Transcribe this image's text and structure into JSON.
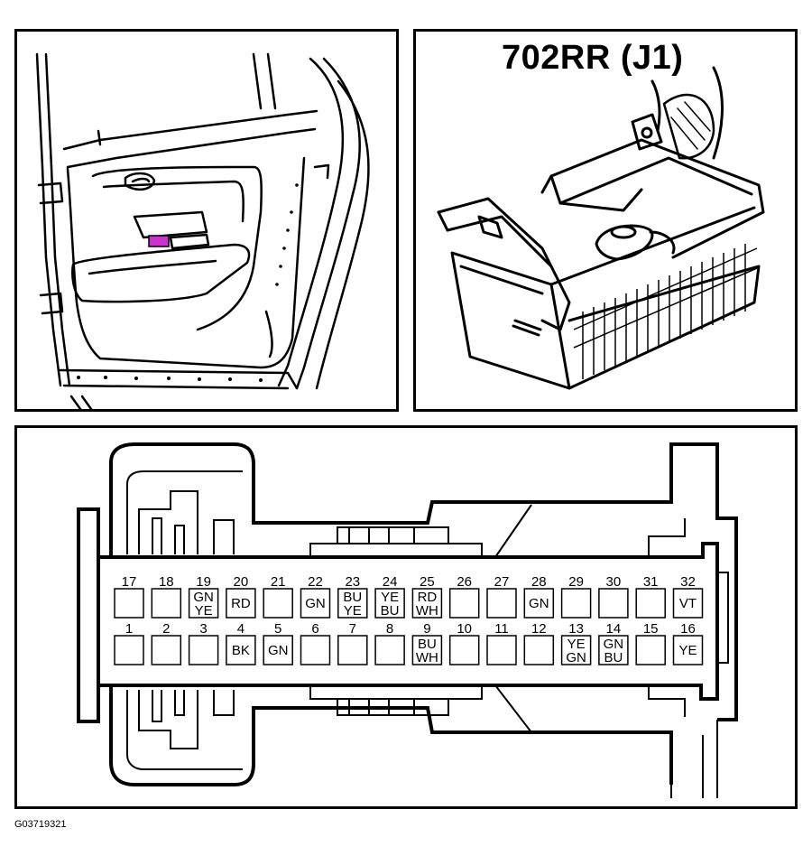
{
  "connector": {
    "title": "702RR (J1)",
    "figure_id": "G03719321"
  },
  "colors": {
    "line": "#000000",
    "highlight": "#cc33cc",
    "background": "#ffffff"
  },
  "pins_top": [
    {
      "num": "17",
      "colors": []
    },
    {
      "num": "18",
      "colors": []
    },
    {
      "num": "19",
      "colors": [
        "GN",
        "YE"
      ]
    },
    {
      "num": "20",
      "colors": [
        "RD"
      ]
    },
    {
      "num": "21",
      "colors": []
    },
    {
      "num": "22",
      "colors": [
        "GN"
      ]
    },
    {
      "num": "23",
      "colors": [
        "BU",
        "YE"
      ]
    },
    {
      "num": "24",
      "colors": [
        "YE",
        "BU"
      ]
    },
    {
      "num": "25",
      "colors": [
        "RD",
        "WH"
      ]
    },
    {
      "num": "26",
      "colors": []
    },
    {
      "num": "27",
      "colors": []
    },
    {
      "num": "28",
      "colors": [
        "GN"
      ]
    },
    {
      "num": "29",
      "colors": []
    },
    {
      "num": "30",
      "colors": []
    },
    {
      "num": "31",
      "colors": []
    },
    {
      "num": "32",
      "colors": [
        "VT"
      ]
    }
  ],
  "pins_bottom": [
    {
      "num": "1",
      "colors": []
    },
    {
      "num": "2",
      "colors": []
    },
    {
      "num": "3",
      "colors": []
    },
    {
      "num": "4",
      "colors": [
        "BK"
      ]
    },
    {
      "num": "5",
      "colors": [
        "GN"
      ]
    },
    {
      "num": "6",
      "colors": []
    },
    {
      "num": "7",
      "colors": []
    },
    {
      "num": "8",
      "colors": []
    },
    {
      "num": "9",
      "colors": [
        "BU",
        "WH"
      ]
    },
    {
      "num": "10",
      "colors": []
    },
    {
      "num": "11",
      "colors": []
    },
    {
      "num": "12",
      "colors": []
    },
    {
      "num": "13",
      "colors": [
        "YE",
        "GN"
      ]
    },
    {
      "num": "14",
      "colors": [
        "GN",
        "BU"
      ]
    },
    {
      "num": "15",
      "colors": []
    },
    {
      "num": "16",
      "colors": [
        "YE"
      ]
    }
  ]
}
